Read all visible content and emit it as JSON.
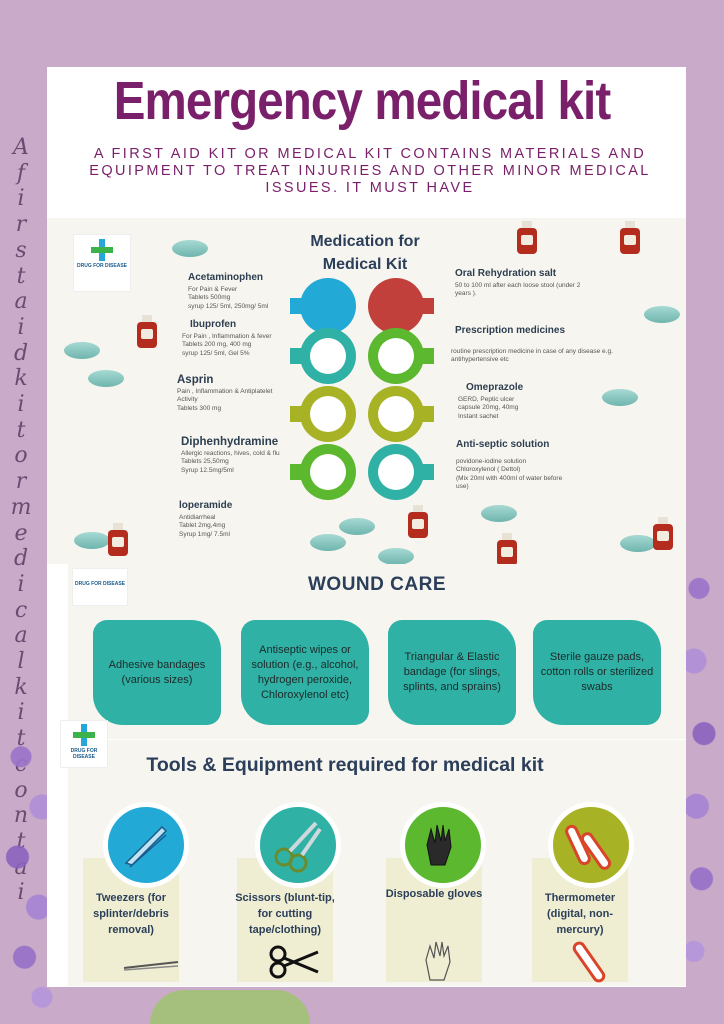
{
  "side_text": [
    "A",
    "f",
    "i",
    "r",
    "s",
    "t",
    "a",
    "i",
    "d",
    "k",
    "i",
    "t",
    "o",
    "r",
    "m",
    "e",
    "d",
    "i",
    "c",
    "a",
    "l",
    "k",
    "i",
    "t",
    "c",
    "o",
    "n",
    "t",
    "a",
    "i"
  ],
  "header": {
    "title": "Emergency medical kit",
    "subtitle": "A FIRST AID KIT OR MEDICAL KIT CONTAINS MATERIALS AND EQUIPMENT TO TREAT INJURIES AND OTHER MINOR MEDICAL ISSUES. IT MUST HAVE"
  },
  "logo": {
    "name": "DRUG FOR DISEASE"
  },
  "medication": {
    "title": "Medication for Medical Kit",
    "left": [
      {
        "name": "Acetaminophen",
        "lines": [
          "For Pain & Fever",
          "Tablets 500mg",
          "syrup 125/ 5ml, 250mg/ 5ml"
        ]
      },
      {
        "name": "Ibuprofen",
        "lines": [
          "For Pain , Inflammation & fever",
          "Tablets 200 mg, 400 mg",
          "syrup 125/ 5ml, Gel 5%"
        ]
      },
      {
        "name": "Asprin",
        "lines": [
          "Pain , Inflammation & Antiplatelet",
          "Activity",
          "Tablets 300 mg"
        ]
      },
      {
        "name": "Diphenhydramine",
        "lines": [
          "Allergic reactions, hives, cold & flu",
          "Tablets 25,50mg",
          "Syrup 12.5mg/5ml"
        ]
      },
      {
        "name": "loperamide",
        "lines": [
          "Antidiarrheal",
          "Tablet 2mg,4mg",
          "Syrup 1mg/ 7.5ml"
        ]
      }
    ],
    "right": [
      {
        "name": "Oral Rehydration salt",
        "lines": [
          "50 to 100 ml after each loose stool (under 2",
          "years )."
        ]
      },
      {
        "name": "Prescription medicines",
        "lines": [
          "routine prescription medicine in case of any disease e.g.",
          "antihypertensive etc"
        ]
      },
      {
        "name": "Omeprazole",
        "lines": [
          "GERD, Peptic ulcer",
          "capsule 20mg, 40mg",
          "Instant sachet"
        ]
      },
      {
        "name": "Anti-septic solution",
        "lines": [
          "povidone-iodine solution",
          "Chloroxylenol ( Dettol)",
          "(Mix 20ml with 400ml of water before",
          "use)"
        ]
      }
    ],
    "ring_colors": [
      "#23a9d6",
      "#c2403b",
      "#2fb1a5",
      "#5cb82e",
      "#a7b325",
      "#a7b325",
      "#5cb82e",
      "#2fb1a5"
    ]
  },
  "wound_care": {
    "title": "WOUND CARE",
    "items": [
      "Adhesive bandages (various sizes)",
      "Antiseptic wipes or solution (e.g., alcohol, hydrogen peroxide, Chloroxylenol etc)",
      "Triangular & Elastic bandage (for slings, splints, and sprains)",
      "Sterile gauze pads, cotton rolls or sterilized swabs"
    ]
  },
  "tools": {
    "title": "Tools & Equipment required for medical kit",
    "items": [
      {
        "label": "Tweezers (for splinter/debris removal)",
        "icon": "tweezers-icon",
        "color": "#23a9d6"
      },
      {
        "label": "Scissors (blunt-tip, for cutting tape/clothing)",
        "icon": "scissors-icon",
        "color": "#2fb1a5"
      },
      {
        "label": "Disposable gloves",
        "icon": "gloves-icon",
        "color": "#5cb82e"
      },
      {
        "label": "Thermometer (digital, non-mercury)",
        "icon": "thermometer-icon",
        "color": "#a7b325"
      }
    ]
  }
}
